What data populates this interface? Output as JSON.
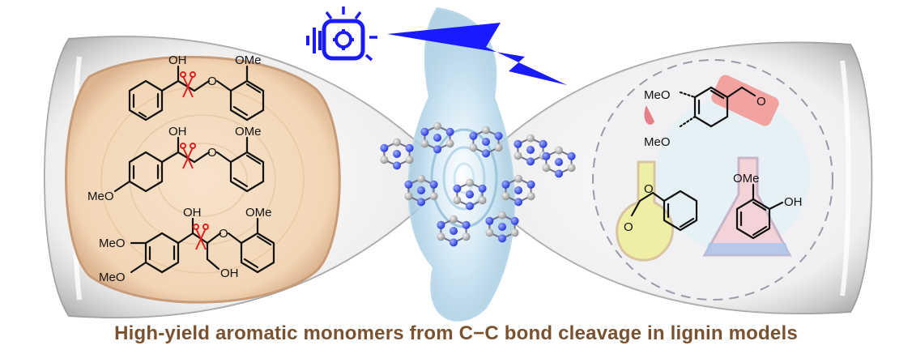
{
  "caption": "High-yield aromatic monomers from C−C bond cleavage in lignin models",
  "labels": {
    "oh": "OH",
    "ome": "OMe",
    "meo": "MeO",
    "meo_dots": "MeO",
    "o": "O"
  },
  "colors": {
    "caption": "#7a5230",
    "light_source": "#1a1aff",
    "wood": "#f3d9bd",
    "cut_mark": "#e02020",
    "carbon_atom": "#a8a8a8",
    "nitrogen_atom": "#3a52ff"
  },
  "icons": [
    "light-bulb-icon",
    "gear-icon",
    "lightning-bolt-icon",
    "scissors-icon",
    "flask-icon"
  ]
}
